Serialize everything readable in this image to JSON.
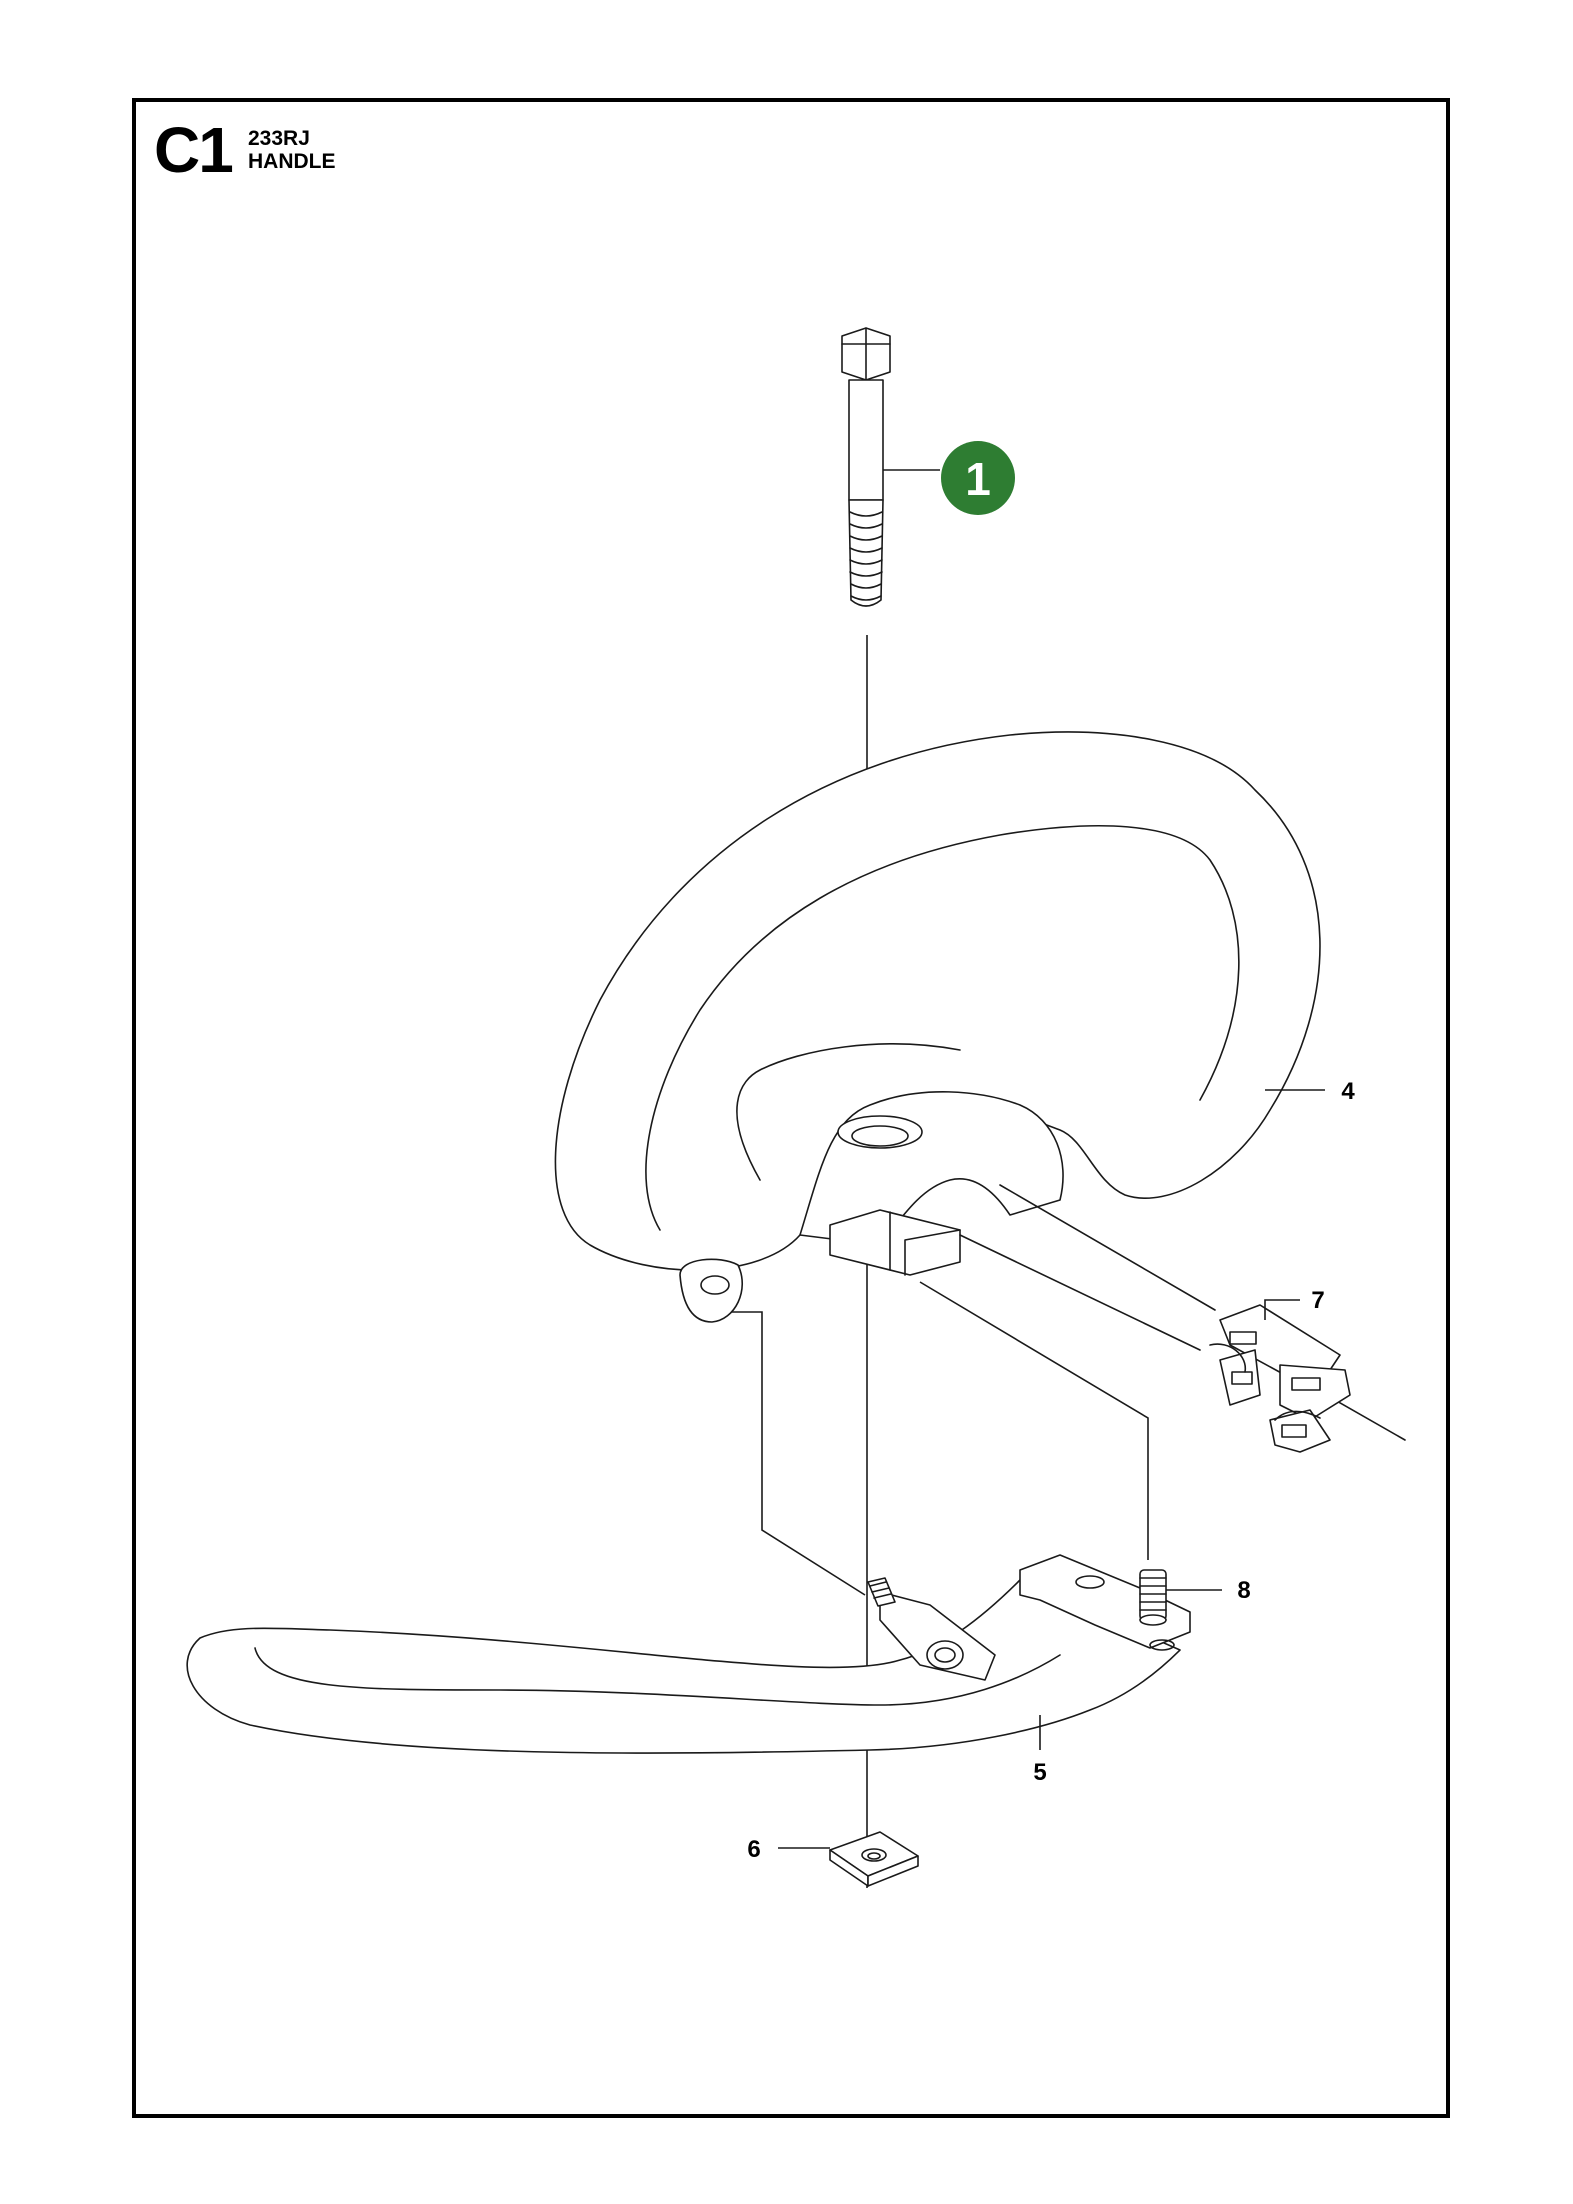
{
  "header": {
    "section_code": "C1",
    "model": "233RJ",
    "title": "HANDLE"
  },
  "callouts": [
    {
      "number": "1",
      "highlighted": true
    },
    {
      "number": "4"
    },
    {
      "number": "5"
    },
    {
      "number": "6"
    },
    {
      "number": "7"
    },
    {
      "number": "8"
    }
  ],
  "colors": {
    "highlight_badge": "#2e7d32",
    "line": "#1a1a1a",
    "frame": "#000000"
  }
}
